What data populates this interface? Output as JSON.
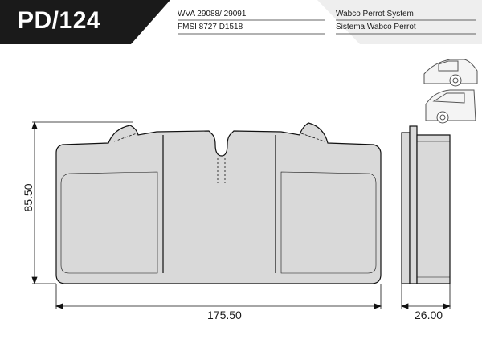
{
  "product": {
    "code": "PD/124",
    "references": {
      "wva": "WVA 29088/ 29091",
      "fmsi": "FMSI 8727 D1518"
    },
    "system": {
      "line1": "Wabco Perrot System",
      "line2": "Sistema Wabco Perrot"
    }
  },
  "dimensions": {
    "height": "85.50",
    "width": "175.50",
    "thickness": "26.00"
  },
  "icons": {
    "vehicle_top": "car-icon",
    "vehicle_bottom": "car-icon"
  },
  "colors": {
    "header_dark": "#1a1a1a",
    "header_light": "#eeeeee",
    "pad_fill": "#d9d9d9",
    "line": "#111111"
  }
}
